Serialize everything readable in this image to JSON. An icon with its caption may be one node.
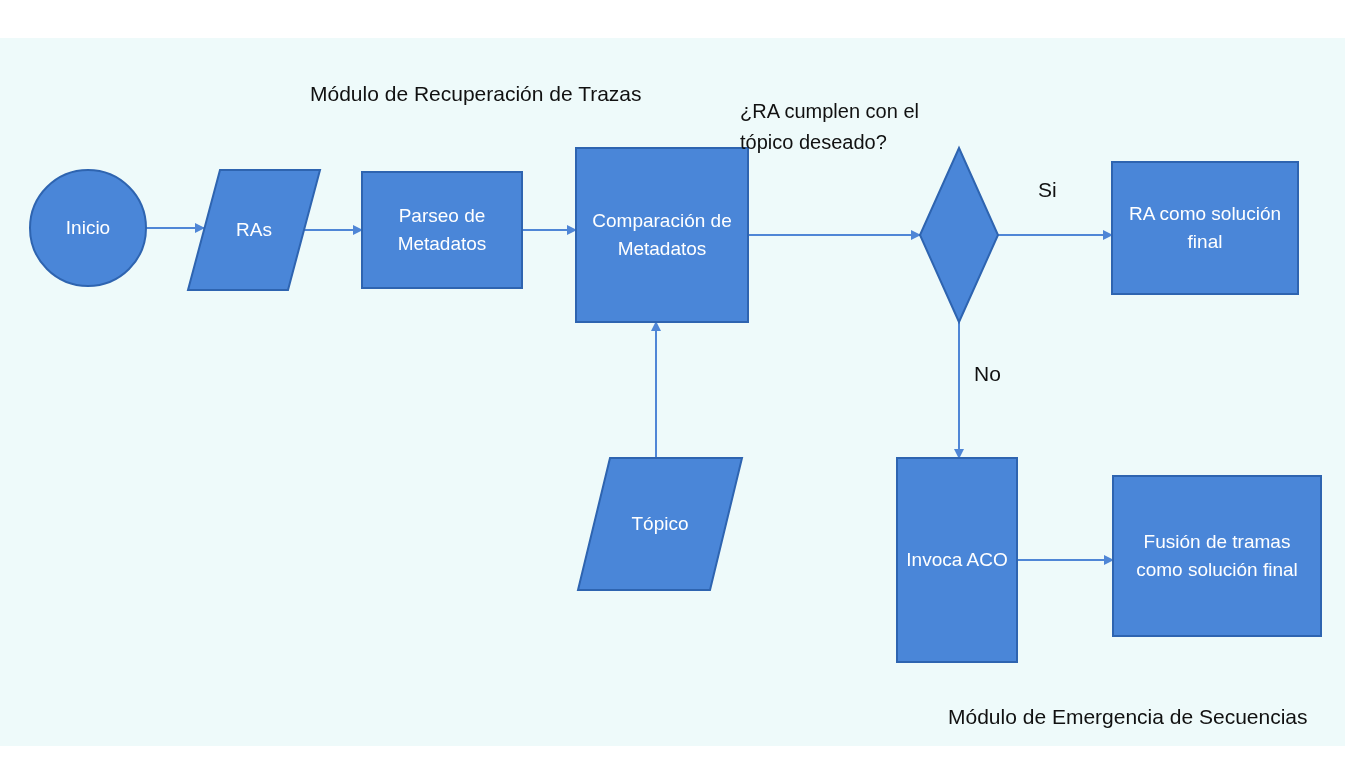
{
  "diagram": {
    "nodes": [
      {
        "text": [
          "Inicio"
        ]
      },
      {
        "text": [
          "RAs"
        ]
      },
      {
        "text": [
          "Parseo de Metadatos"
        ]
      },
      {
        "text": [
          "Comparación de Metadatos"
        ]
      },
      {
        "text": [
          "¿RA cumplen con el tópico deseado?"
        ]
      },
      {
        "text": [
          "RA como solución final"
        ]
      },
      {
        "text": [
          "Tópico"
        ]
      },
      {
        "text": [
          "Invoca ACO"
        ]
      },
      {
        "text": [
          "Fusión de tramas como solución final"
        ]
      }
    ],
    "edges": [
      {
        "from": 0,
        "to": 1,
        "arrow": "to"
      },
      {
        "from": 1,
        "to": 2,
        "arrow": "to"
      },
      {
        "from": 2,
        "to": 3,
        "arrow": "to"
      },
      {
        "from": 6,
        "to": 3,
        "arrow": "to"
      },
      {
        "from": 3,
        "to": 4,
        "arrow": "to"
      },
      {
        "from": 4,
        "to": 5,
        "arrow": "to",
        "label": "Si"
      },
      {
        "from": 4,
        "to": 7,
        "arrow": "to",
        "label": "No"
      },
      {
        "from": 7,
        "to": 8,
        "arrow": "to"
      }
    ],
    "labels": [
      "Módulo de Recuperación de Trazas",
      "Módulo de Emergencia de Secuencias"
    ]
  }
}
